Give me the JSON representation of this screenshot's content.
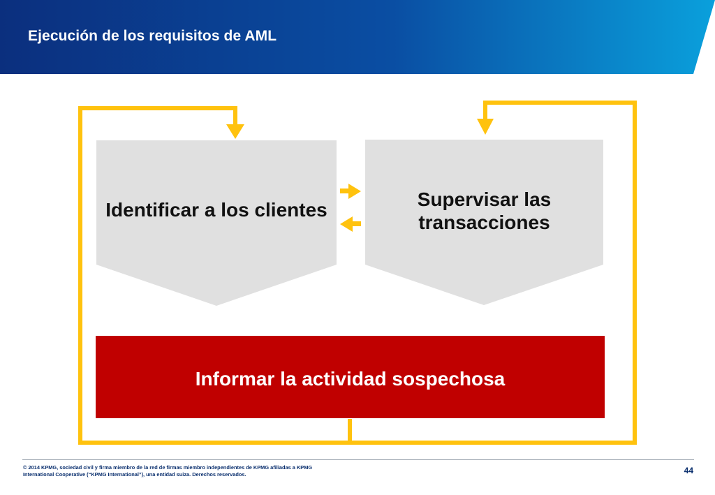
{
  "header": {
    "title": "Ejecución de los requisitos de AML"
  },
  "diagram": {
    "steps": [
      {
        "label": "Identificar a los clientes"
      },
      {
        "label": "Supervisar las transacciones"
      },
      {
        "label": "Informar la actividad sospechosa"
      }
    ]
  },
  "footer": {
    "copyright": "© 2014 KPMG, sociedad civil y firma miembro de la red de firmas miembro independientes de KPMG afiliadas a KPMG International Cooperative (“KPMG International”), una entidad suiza. Derechos reservados.",
    "page_number": "44"
  },
  "colors": {
    "header_start": "#0b2f7e",
    "header_end": "#0aa0dc",
    "step_fill": "#e0e0e0",
    "report_fill": "#c00000",
    "connector": "#ffc20e"
  }
}
